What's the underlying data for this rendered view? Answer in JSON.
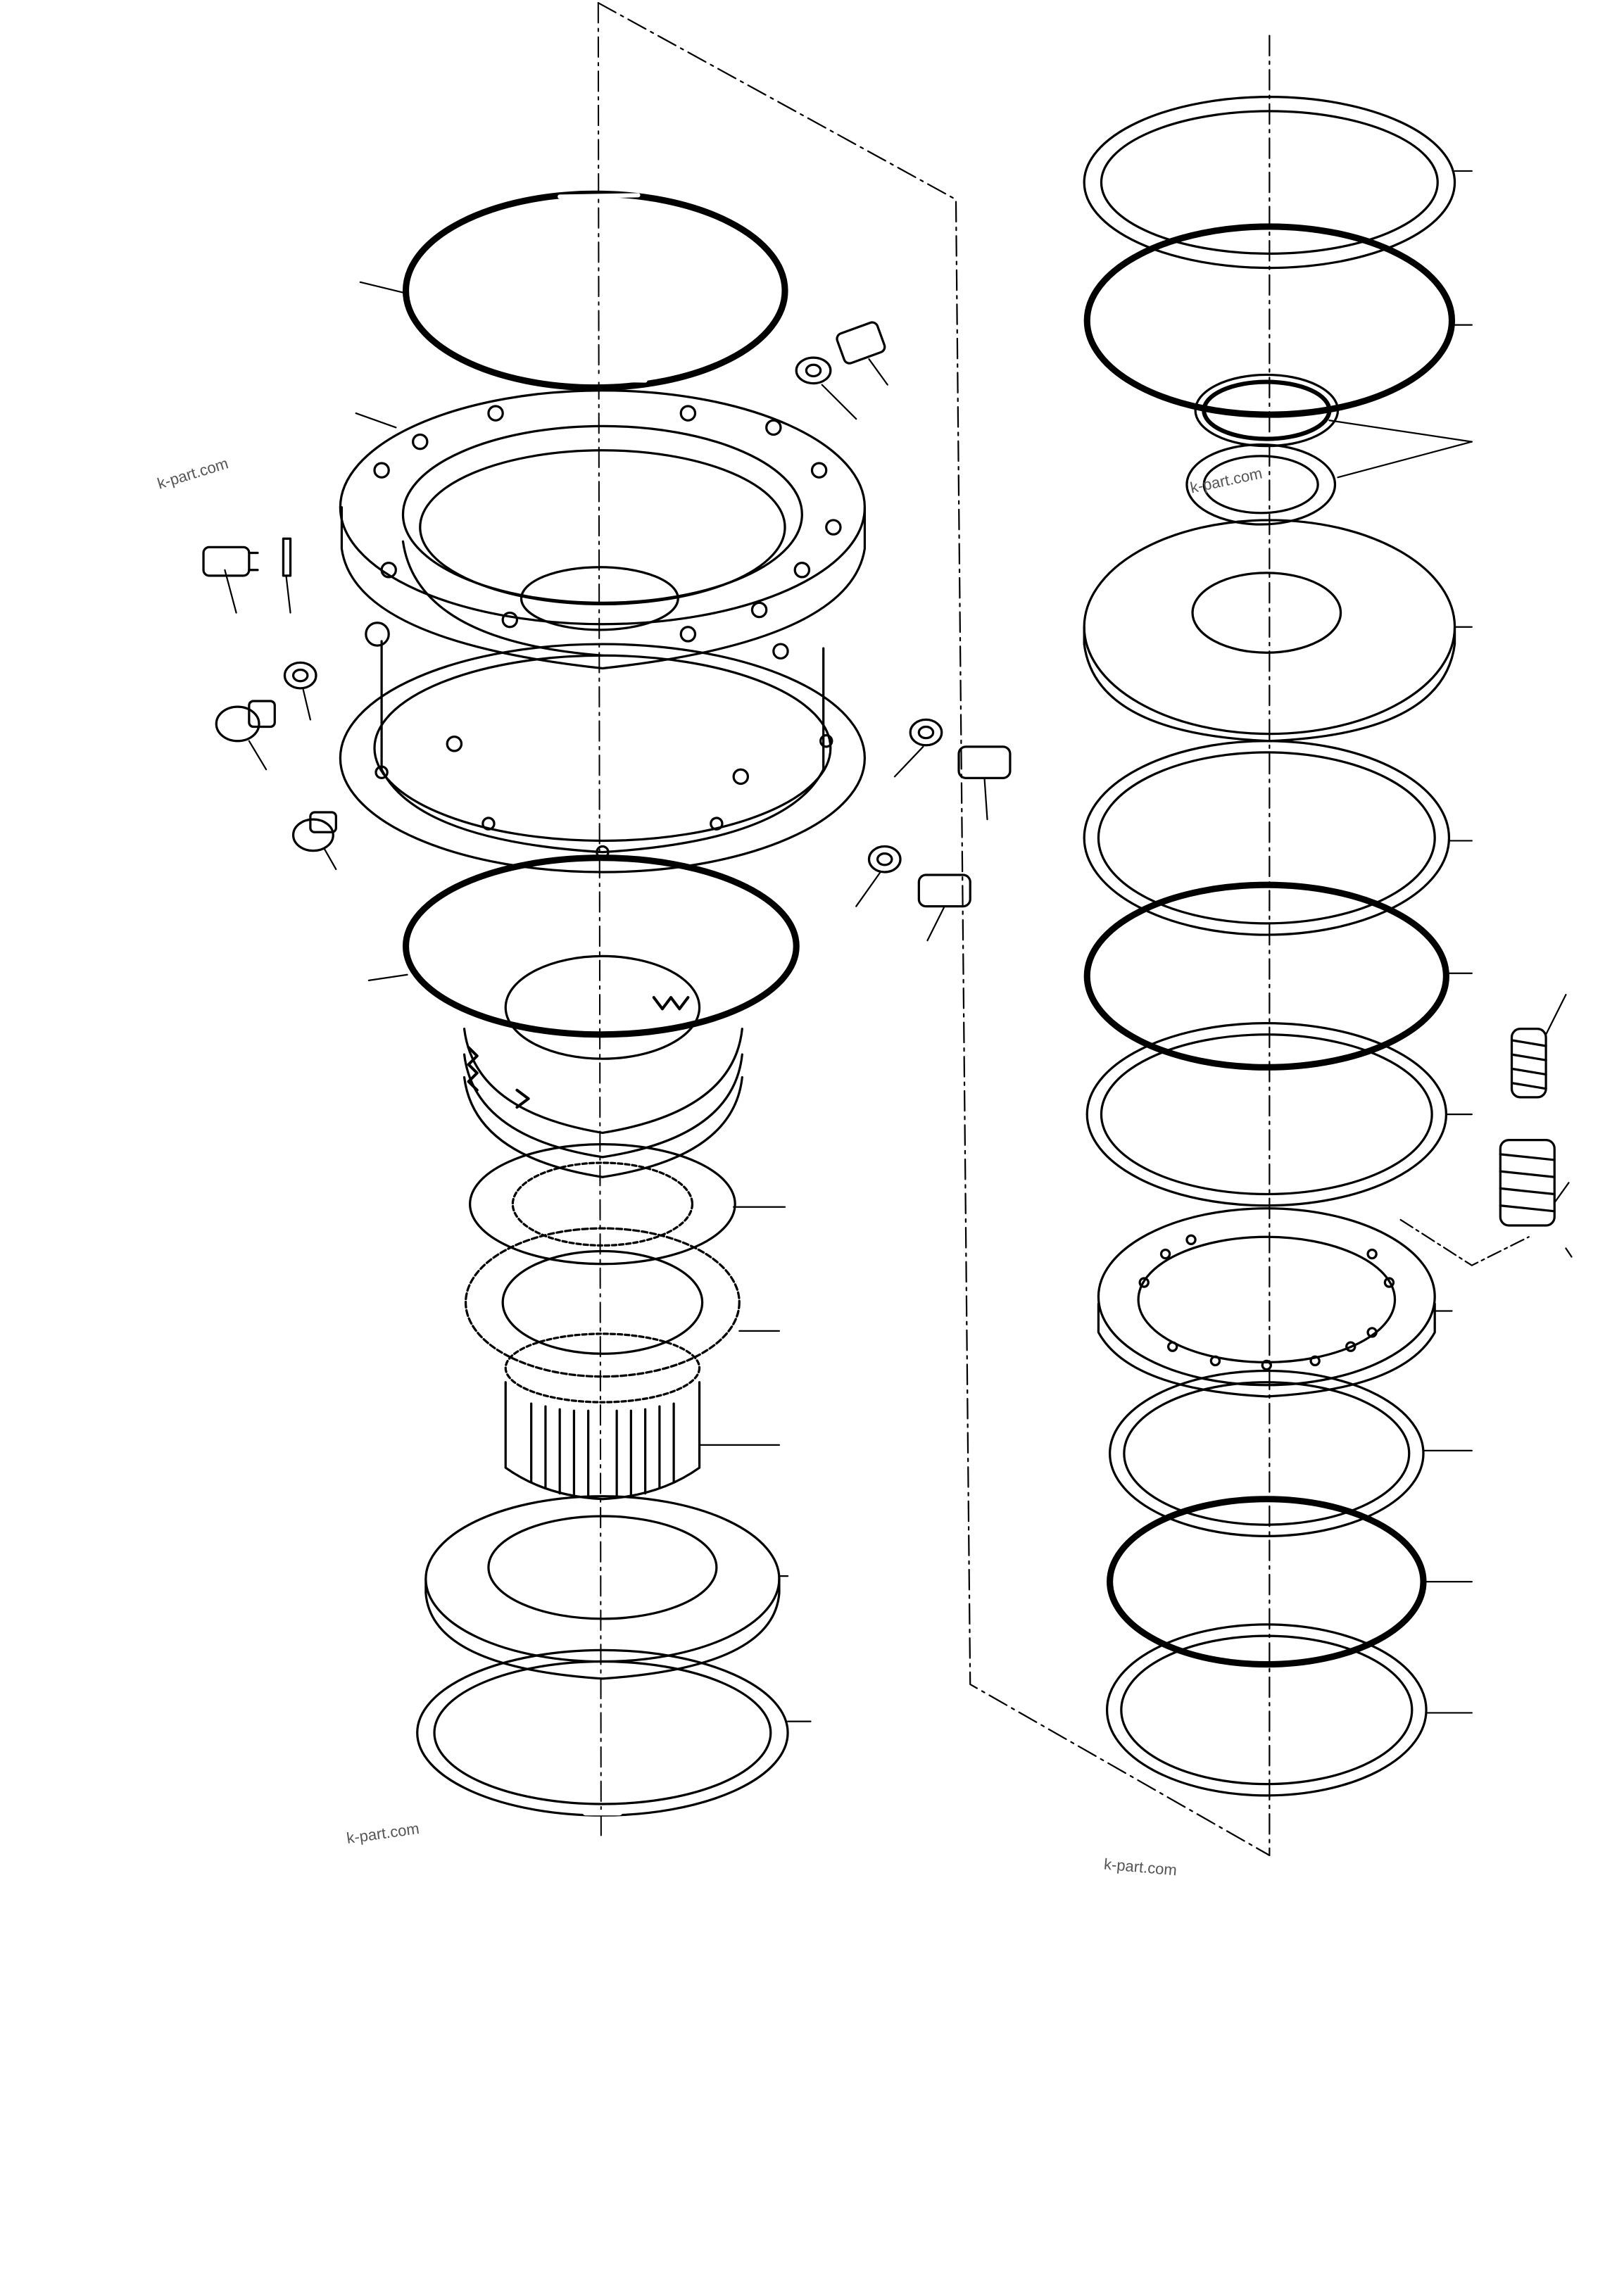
{
  "watermarks": [
    "k-part.com",
    "k-part.com",
    "k-part.com",
    "k-part.com"
  ],
  "line_color": "#000000",
  "background": "#ffffff"
}
